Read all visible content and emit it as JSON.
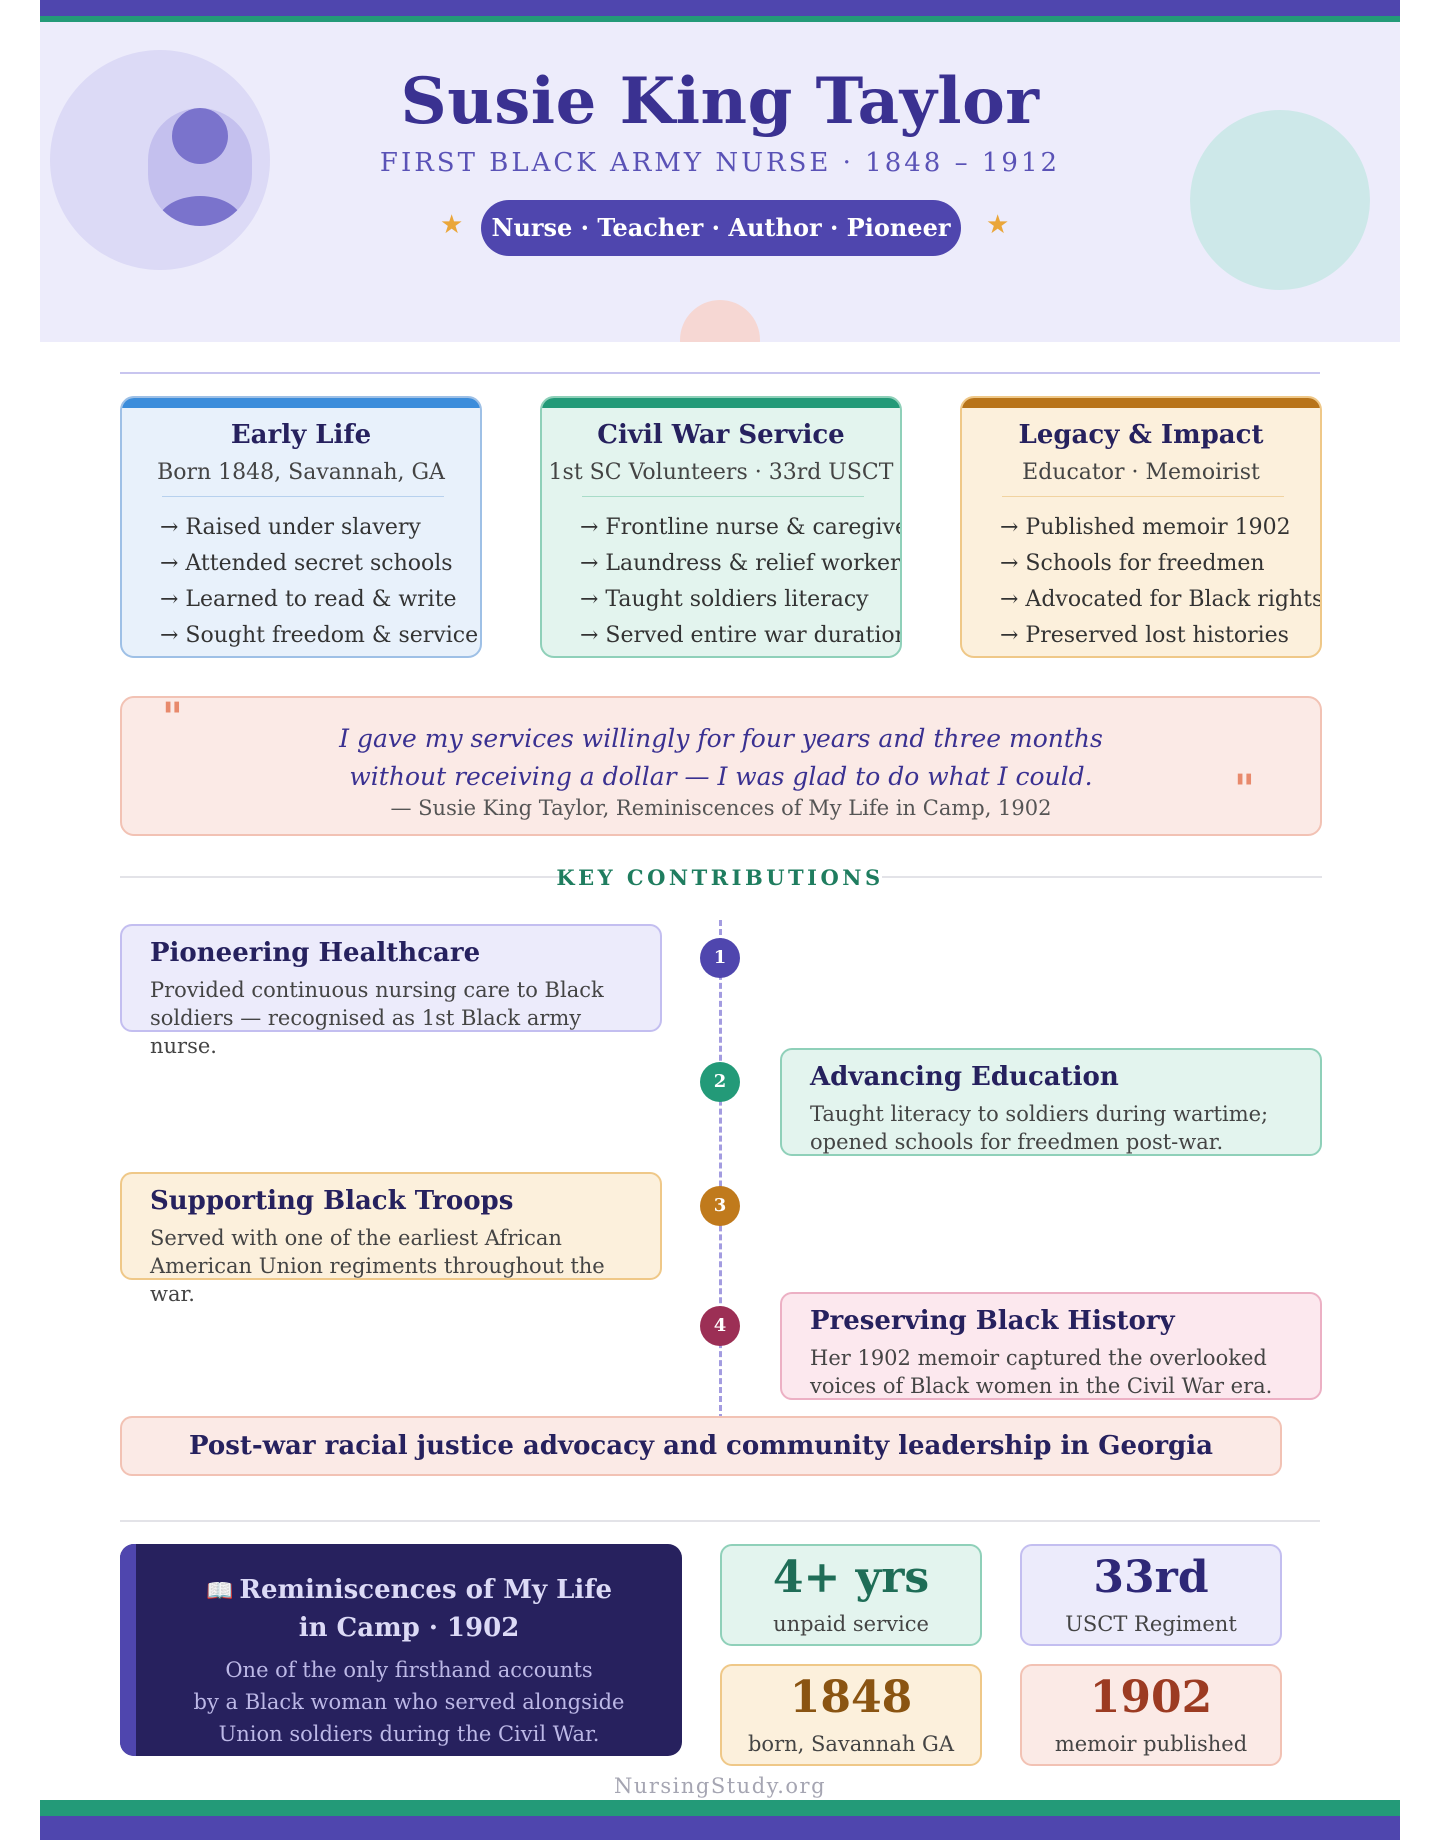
{
  "header": {
    "name": "Susie King Taylor",
    "subtitle": "FIRST BLACK ARMY NURSE · 1848 – 1912",
    "roles": "Nurse · Teacher · Author · Pioneer",
    "star": "★"
  },
  "cards": [
    {
      "title": "Early Life",
      "subtitle": "Born 1848, Savannah, GA",
      "items": [
        "→ Raised under slavery",
        "→ Attended secret schools",
        "→ Learned to read & write",
        "→ Sought freedom & service"
      ]
    },
    {
      "title": "Civil War Service",
      "subtitle": "1st SC Volunteers · 33rd USCT",
      "items": [
        "→ Frontline nurse & caregiver",
        "→ Laundress & relief worker",
        "→ Taught soldiers literacy",
        "→ Served entire war duration"
      ]
    },
    {
      "title": "Legacy & Impact",
      "subtitle": "Educator · Memoirist",
      "items": [
        "→ Published memoir 1902",
        "→ Schools for freedmen",
        "→ Advocated for Black rights",
        "→ Preserved lost histories"
      ]
    }
  ],
  "quote": {
    "open_mark": "\"",
    "close_mark": "\"",
    "line1": "I gave my services willingly for four years and three months",
    "line2": "without receiving a dollar — I was glad to do what I could.",
    "attribution": "— Susie King Taylor, Reminiscences of My Life in Camp, 1902"
  },
  "contributions": {
    "heading": "KEY CONTRIBUTIONS",
    "items": [
      {
        "num": "1",
        "title": "Pioneering Healthcare",
        "line1": "Provided continuous nursing care to Black",
        "line2": "soldiers — recognised as 1st Black army nurse.",
        "color": "#4f46ae"
      },
      {
        "num": "2",
        "title": "Advancing Education",
        "line1": "Taught literacy to soldiers during wartime;",
        "line2": "opened schools for freedmen post-war.",
        "color": "#239a78"
      },
      {
        "num": "3",
        "title": "Supporting Black Troops",
        "line1": "Served with one of the earliest African",
        "line2": "American Union regiments throughout the war.",
        "color": "#c07a1c"
      },
      {
        "num": "4",
        "title": "Preserving Black History",
        "line1": "Her 1902 memoir captured the overlooked",
        "line2": "voices of Black women in the Civil War era.",
        "color": "#9c2f55"
      }
    ],
    "post_war": "Post-war racial justice advocacy and community leadership in Georgia"
  },
  "book": {
    "icon": "📖",
    "title_line1": "Reminiscences of My Life",
    "title_line2": "in Camp · 1902",
    "desc_line1": "One of the only firsthand accounts",
    "desc_line2": "by a Black woman who served alongside",
    "desc_line3": "Union soldiers during the Civil War."
  },
  "stats": [
    {
      "value": "4+ yrs",
      "label": "unpaid service"
    },
    {
      "value": "33rd",
      "label": "USCT Regiment"
    },
    {
      "value": "1848",
      "label": "born, Savannah GA"
    },
    {
      "value": "1902",
      "label": "memoir published"
    }
  ],
  "footer": {
    "site": "NursingStudy.org"
  }
}
